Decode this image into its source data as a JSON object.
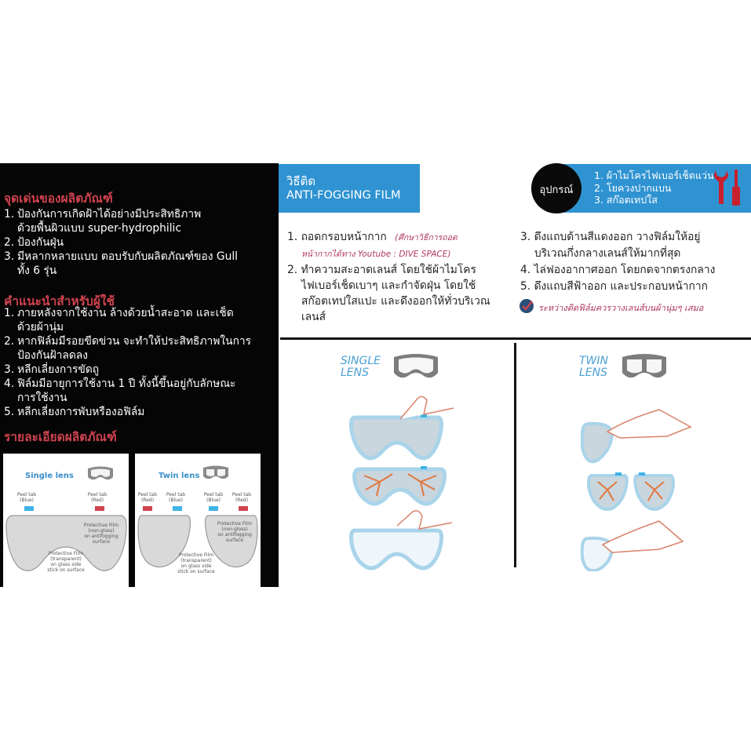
{
  "left": {
    "heading1": "จุดเด่นของผลิตภัณฑ์",
    "features": [
      {
        "num": "1.",
        "text": "ป้องกันการเกิดฝ้าได้อย่างมีประสิทธิภาพ",
        "cont": "ด้วยพื้นผิวแบบ super-hydrophilic"
      },
      {
        "num": "2.",
        "text": "ป้องกันฝุ่น",
        "cont": ""
      },
      {
        "num": "3.",
        "text": "มีหลากหลายแบบ ตอบรับกับผลิตภัณฑ์ของ Gull",
        "cont": "ทั้ง 6 รุ่น"
      }
    ],
    "heading2": "คำแนะนำสำหรับผู้ใช้",
    "tips": [
      {
        "num": "1.",
        "text": "ภายหลังจากใช้งาน ล้างด้วยน้ำสะอาด และเช็ด",
        "cont": "ด้วยผ้านุ่ม"
      },
      {
        "num": "2.",
        "text": "หากฟิล์มมีรอยขีดข่วน จะทำให้ประสิทธิภาพในการ",
        "cont": "ป้องกันฝ้าลดลง"
      },
      {
        "num": "3.",
        "text": "หลีกเลี่ยงการขัดถู",
        "cont": ""
      },
      {
        "num": "4.",
        "text": "ฟิล์มมีอายุการใช้งาน 1 ปี ทั้งนี้ขึ้นอยู่กับลักษณะ",
        "cont": "การใช้งาน"
      },
      {
        "num": "5.",
        "text": "หลีกเลี่ยงการพับหรืองอฟิล์ม",
        "cont": ""
      }
    ],
    "heading3": "รายละเอียดผลิตภัณฑ์",
    "single_card": {
      "title": "Single lens",
      "peel_blue": "Peel tab\n(Blue)",
      "peel_red": "Peel tab\n(Red)",
      "protective": "Protective Film\n(non-gloss)\non antifogging\nsurface",
      "transparent": "Protective Film\n(transparent)\non glass side\nstick on surface"
    },
    "twin_card": {
      "title": "Twin lens",
      "peel_red1": "Peel tab\n(Red)",
      "peel_blue1": "Peel tab\n(Blue)",
      "peel_blue2": "Peel tab\n(Blue)",
      "peel_red2": "Peel tab\n(Red)",
      "protective": "Protective Film\n(non-gloss)\non antifogging\nsurface",
      "transparent": "Protective Film\n(transparent)\non glass side\nstick on surface"
    }
  },
  "howto": {
    "title_thai": "วิธีติด",
    "title_en": "ANTI-FOGGING FILM",
    "steps_left": [
      {
        "num": "1.",
        "text": "ถอดกรอบหน้ากาก"
      },
      {
        "num": "2.",
        "text": "ทำความสะอาดเลนส์ โดยใช้ผ้าไมโคร"
      }
    ],
    "step1_note1": "(ศึกษาวิธีการถอด",
    "step1_note2": "หน้ากากได้ทาง Youtube : DIVE SPACE)",
    "step2_lines": [
      "ไฟเบอร์เช็ดเบาๆ และกำจัดฝุ่น โดยใช้",
      "สก๊อตเทปใสแปะ และดึงออกให้ทั่วบริเวณ",
      "เลนส์"
    ],
    "steps_right": [
      {
        "num": "3.",
        "text": "ดึงแถบด้านสีแดงออก วางฟิล์มให้อยู่"
      },
      {
        "num": "",
        "text": "บริเวณกึ่งกลางเลนส์ให้มากที่สุด"
      },
      {
        "num": "4.",
        "text": "ไล่ฟองอากาศออก โดยกดจากตรงกลาง"
      },
      {
        "num": "5.",
        "text": "ดึงแถบสีฟ้าออก และประกอบหน้ากาก"
      }
    ],
    "note": "ระหว่างติดฟิล์มควรวางเลนส์บนผ้านุ่มๆ เสมอ"
  },
  "tools": {
    "label": "อุปกรณ์",
    "items": [
      "1. ผ้าไมโครไฟเบอร์เช็ดแว่น",
      "2. โยควงปากแบน",
      "3. สก๊อตเทปใส"
    ]
  },
  "diagrams": {
    "single_label": [
      "SINGLE",
      "LENS"
    ],
    "twin_label": [
      "TWIN",
      "LENS"
    ]
  },
  "colors": {
    "accent_blue": "#2f93d2",
    "heading_red": "#d0434f",
    "lens_fill": "#c9d6de",
    "lens_edge": "#a9d4ea",
    "arrow": "#e2773e",
    "tab_red": "#d0434f",
    "tab_blue": "#3fb3e6"
  }
}
